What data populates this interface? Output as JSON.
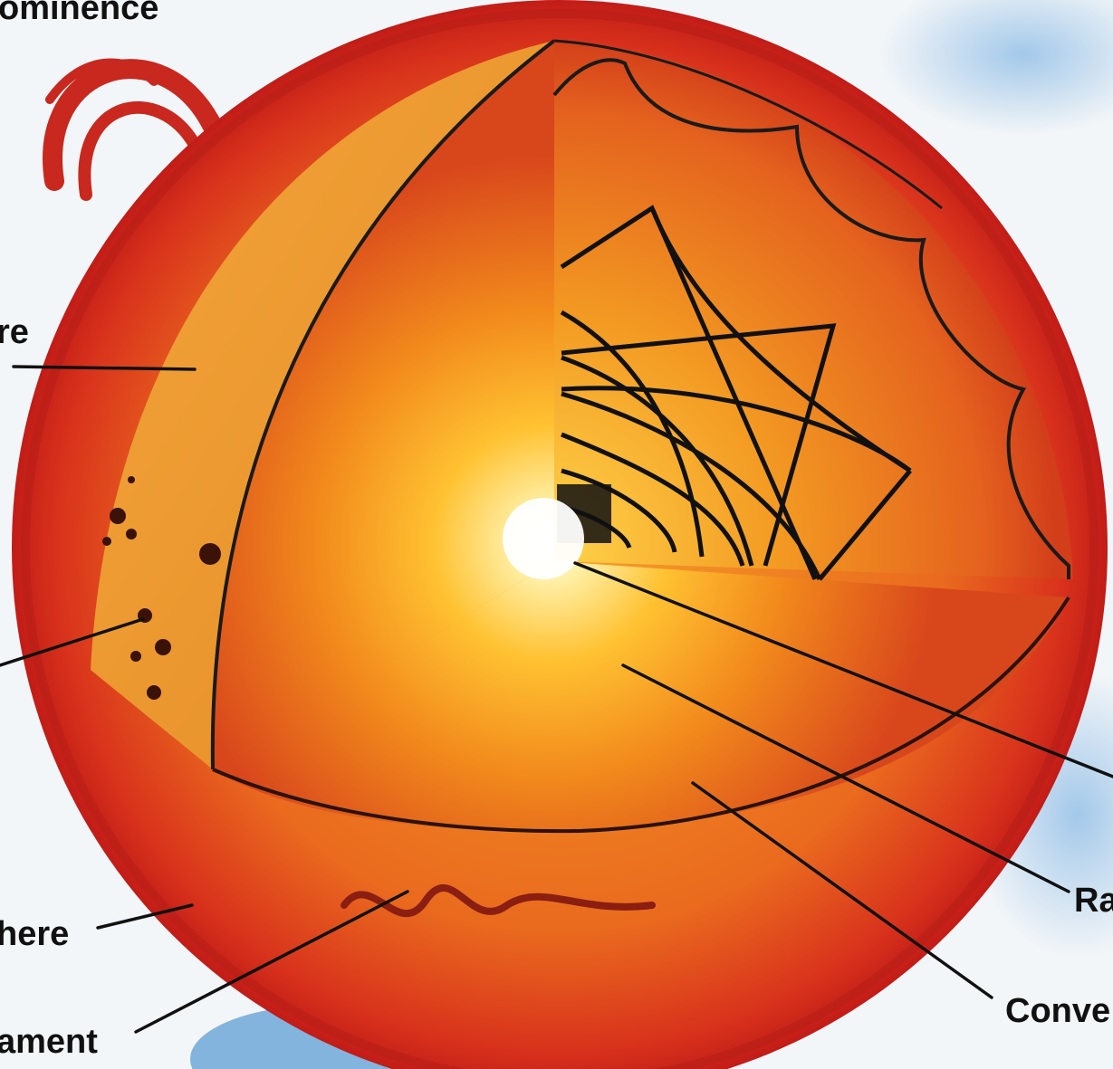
{
  "diagram": {
    "labels": {
      "prominence": "ominence",
      "chromosphere": "re",
      "sunspots": "",
      "photosphere": "here",
      "filament": "ament",
      "core": "",
      "radiative_zone": "Ra",
      "convection_zone": "Conve"
    },
    "colors": {
      "background": "#f3f6f8",
      "sky_blue": "#6fa8d8",
      "outer_red": "#d8261c",
      "mid_orange": "#f08a1c",
      "core_yellow": "#ffd23a",
      "core_white": "#ffffff",
      "line": "#111111"
    },
    "icons": [
      "prominence-arc-icon",
      "sunspot-icon",
      "filament-wave-icon"
    ]
  }
}
